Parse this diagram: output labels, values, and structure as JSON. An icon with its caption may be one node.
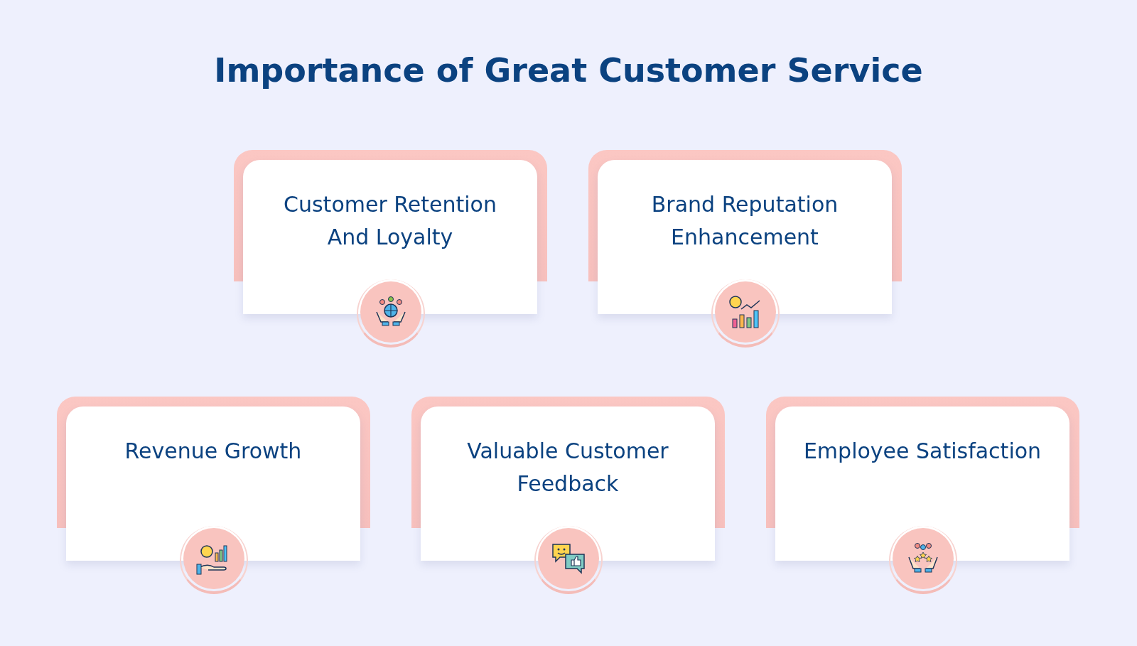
{
  "diagram": {
    "title": "Importance of Great Customer Service",
    "nodes": [
      {
        "text": [
          "Customer Retention And Loyalty"
        ]
      },
      {
        "text": [
          "Brand Reputation Enhancement"
        ]
      },
      {
        "text": [
          "Revenue Growth"
        ]
      },
      {
        "text": [
          "Valuable Customer Feedback"
        ]
      },
      {
        "text": [
          "Employee Satisfaction"
        ]
      }
    ]
  }
}
